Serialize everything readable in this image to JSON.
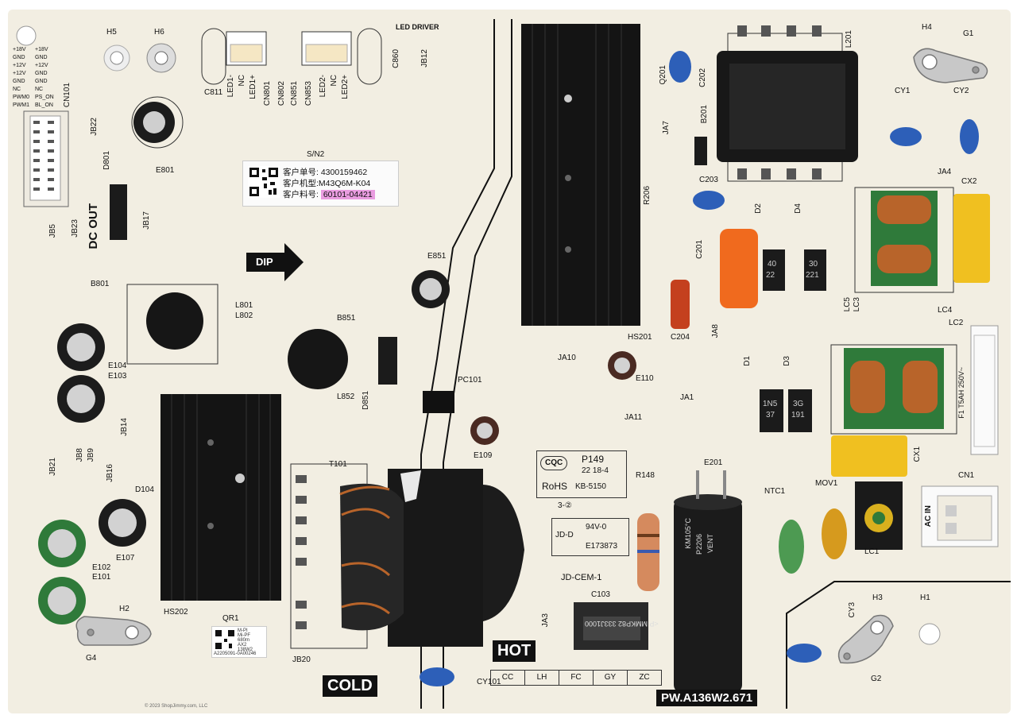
{
  "board": {
    "model": "PW.A136W2.671",
    "copyright": "© 2023 ShopJimmy.com, LLC",
    "zones": {
      "hot": "HOT",
      "cold": "COLD",
      "dip": "DIP",
      "dc_out": "DC OUT",
      "led_driver": "LED DRIVER",
      "ac_in": "AC IN"
    },
    "sticker": {
      "sn_label": "S/N2",
      "line1": "客户单号: 4300159462",
      "line2": "客户机型:M43Q6M-K04",
      "line3_prefix": "客户料号:",
      "line3_value": "60101-04421"
    },
    "cert": {
      "cqc": "CQC",
      "p149": "P149",
      "date": "22 18-4",
      "rohs": "RoHS",
      "kb": "KB-5150",
      "rev": "3-②"
    },
    "ul": {
      "jd_d": "JD-D",
      "rating": "94V-0",
      "file": "E173873",
      "cem": "JD-CEM-1"
    },
    "codes": [
      "CC",
      "LH",
      "FC",
      "GY",
      "ZC"
    ],
    "fuse": "F1 T5AH 250V~",
    "cap_marks": [
      "KM105°C",
      "P2206",
      "VENT"
    ],
    "c103_text": "<P MMKP82 333J1000",
    "qr1": {
      "label": "QR1",
      "lines": [
        "M-PI",
        "Mi-PF",
        "680m",
        "AX2",
        "138W2",
        "A2205091-0A00246"
      ]
    },
    "pin_labels_left": [
      "+18V",
      "GND",
      "+12V",
      "+12V",
      "GND",
      "NC",
      "PWM0",
      "PWM1"
    ],
    "pin_labels_right": [
      "+18V",
      "GND",
      "+12V",
      "GND",
      "GND",
      "NC",
      "PS_ON",
      "BL_ON"
    ],
    "led_pins_1": [
      "LED1-",
      "NC",
      "LED1+"
    ],
    "led_pins_2": [
      "LED2-",
      "NC",
      "LED2+"
    ],
    "refdes": [
      "H5",
      "H6",
      "C811",
      "CN801",
      "CN802",
      "CN851",
      "CN853",
      "C860",
      "JB12",
      "CN101",
      "JB22",
      "D801",
      "E801",
      "JB17",
      "JB23",
      "JB5",
      "B801",
      "L801",
      "L802",
      "E851",
      "B851",
      "L852",
      "D851",
      "PC101",
      "E104",
      "E103",
      "E110",
      "HS201",
      "JA10",
      "JA11",
      "JA1",
      "T101",
      "E109",
      "JB14",
      "JB21",
      "JB8",
      "JB9",
      "JB16",
      "D104",
      "E107",
      "E102",
      "E101",
      "H2",
      "G4",
      "HS202",
      "JB20",
      "CY101",
      "JA3",
      "C103",
      "R148",
      "E201",
      "NTC1",
      "MOV1",
      "CN1",
      "LC1",
      "H3",
      "H1",
      "CY3",
      "G2",
      "Q201",
      "C202",
      "B201",
      "JA7",
      "R206",
      "C203",
      "C201",
      "C204",
      "JA8",
      "D2",
      "D4",
      "D1",
      "D3",
      "L201",
      "H4",
      "G1",
      "CY1",
      "CY2",
      "JA4",
      "CX2",
      "LC5",
      "LC3",
      "LC4",
      "LC2",
      "CX1"
    ],
    "diode_marks": {
      "d2": [
        "40",
        "22"
      ],
      "d4": [
        "30",
        "221"
      ],
      "d1": [
        "1N5",
        "37"
      ],
      "d3": [
        "3G",
        "191"
      ]
    },
    "colors": {
      "board": "#f2eee2",
      "heatsink": "#141414",
      "blue_cap": "#2d5fb8",
      "yellow_cap": "#f0c020",
      "orange_cap": "#f06a1e",
      "green_cap": "#2f7a3a",
      "copper": "#b8642a"
    }
  }
}
